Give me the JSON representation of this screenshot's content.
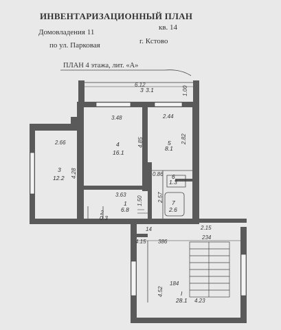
{
  "header": {
    "title": "ИНВЕНТАРИЗАЦИОННЫЙ ПЛАН",
    "building": "Домовладения 11",
    "flat": "кв. 14",
    "street": "по ул. Парковая",
    "city": "г. Кстово",
    "plan_title": "ПЛАН  4  этажа, лит. «А»"
  },
  "dimensions": {
    "d612": "6.12",
    "d100": "1.00",
    "d348": "3.48",
    "d244": "2.44",
    "d266": "2.66",
    "d485": "4.85",
    "d282": "2.82",
    "d428": "4.28",
    "d363": "3.63",
    "d150": "1.50",
    "d257": "2.57",
    "d086": "0.86",
    "d215": "2.15",
    "d14": "14",
    "d415": "4.15",
    "d386": "386",
    "d234": "234",
    "d184": "184",
    "d423": "4.23",
    "d452": "4.52"
  },
  "rooms": {
    "balcony_no": "3",
    "balcony_area": "3.1",
    "r4_no": "4",
    "r4_area": "16.1",
    "r5_no": "5",
    "r5_area": "8.1",
    "r3_no": "3",
    "r3_area": "12.2",
    "r1_no": "1",
    "r1_area": "6.8",
    "r2_no": "2",
    "r2_area": "0.3",
    "r6_no": "6",
    "r6_area": "1.3",
    "r7_no": "7",
    "r7_area": "2.6",
    "stair_no": "I",
    "stair_area": "28.1"
  }
}
